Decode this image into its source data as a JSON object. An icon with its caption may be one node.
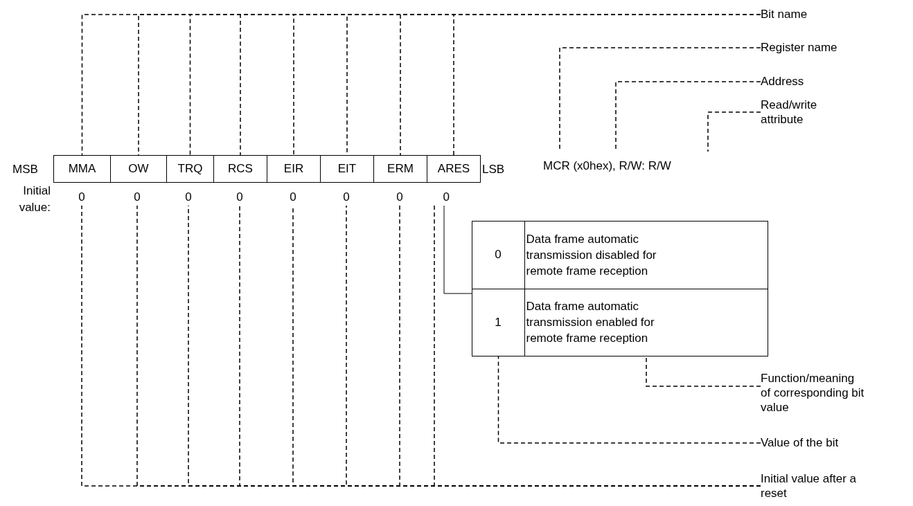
{
  "diagram": {
    "nodes": [
      {
        "text": [
          "MMA"
        ]
      },
      {
        "text": [
          "OW"
        ]
      },
      {
        "text": [
          "TRQ"
        ]
      },
      {
        "text": [
          "RCS"
        ]
      },
      {
        "text": [
          "EIR"
        ]
      },
      {
        "text": [
          "EIT"
        ]
      },
      {
        "text": [
          "ERM"
        ]
      },
      {
        "text": [
          "ARES"
        ]
      },
      {
        "text": [
          "Bit name"
        ]
      },
      {
        "text": [
          "MCR (x0hex), R/W: R/W"
        ]
      },
      {
        "text": [
          "Register name"
        ]
      },
      {
        "text": [
          "Address"
        ]
      },
      {
        "text": [
          "Read/write attribute"
        ]
      },
      {
        "text": [
          "0"
        ]
      },
      {
        "text": [
          "0"
        ]
      },
      {
        "text": [
          "0"
        ]
      },
      {
        "text": [
          "0"
        ]
      },
      {
        "text": [
          "0"
        ]
      },
      {
        "text": [
          "0"
        ]
      },
      {
        "text": [
          "0"
        ]
      },
      {
        "text": [
          "0"
        ]
      },
      {
        "text": [
          "Initial value after a reset"
        ]
      },
      {
        "text": [],
        "shape": "box"
      },
      {
        "text": [
          "0"
        ],
        "in": 22
      },
      {
        "text": [
          "Data frame automatic transmission disabled for remote frame reception"
        ],
        "in": 22
      },
      {
        "text": [
          "1"
        ],
        "in": 22
      },
      {
        "text": [
          "Data frame automatic transmission enabled for remote frame reception"
        ],
        "in": 22
      },
      {
        "text": [
          "Value of the bit"
        ]
      },
      {
        "text": [
          "Function/meaning of corresponding bit value"
        ]
      }
    ],
    "edges": [
      {
        "from": 8,
        "to": 0,
        "arrow": "none",
        "style": "dashed"
      },
      {
        "from": 8,
        "to": 1,
        "arrow": "none",
        "style": "dashed"
      },
      {
        "from": 8,
        "to": 2,
        "arrow": "none",
        "style": "dashed"
      },
      {
        "from": 8,
        "to": 3,
        "arrow": "none",
        "style": "dashed"
      },
      {
        "from": 8,
        "to": 4,
        "arrow": "none",
        "style": "dashed"
      },
      {
        "from": 8,
        "to": 5,
        "arrow": "none",
        "style": "dashed"
      },
      {
        "from": 8,
        "to": 6,
        "arrow": "none",
        "style": "dashed"
      },
      {
        "from": 8,
        "to": 7,
        "arrow": "none",
        "style": "dashed"
      },
      {
        "from": 10,
        "to": 9,
        "arrow": "none",
        "style": "dashed"
      },
      {
        "from": 11,
        "to": 9,
        "arrow": "none",
        "style": "dashed"
      },
      {
        "from": 12,
        "to": 9,
        "arrow": "none",
        "style": "dashed"
      },
      {
        "from": 21,
        "to": 13,
        "arrow": "none",
        "style": "dashed"
      },
      {
        "from": 21,
        "to": 14,
        "arrow": "none",
        "style": "dashed"
      },
      {
        "from": 21,
        "to": 15,
        "arrow": "none",
        "style": "dashed"
      },
      {
        "from": 21,
        "to": 16,
        "arrow": "none",
        "style": "dashed"
      },
      {
        "from": 21,
        "to": 17,
        "arrow": "none",
        "style": "dashed"
      },
      {
        "from": 21,
        "to": 18,
        "arrow": "none",
        "style": "dashed"
      },
      {
        "from": 21,
        "to": 19,
        "arrow": "none",
        "style": "dashed"
      },
      {
        "from": 21,
        "to": 20,
        "arrow": "none",
        "style": "dashed"
      },
      {
        "from": 20,
        "to": 22,
        "arrow": "none"
      },
      {
        "from": 27,
        "to": 25,
        "arrow": "none",
        "style": "dashed"
      },
      {
        "from": 28,
        "to": 26,
        "arrow": "none",
        "style": "dashed"
      }
    ],
    "labels": [
      "MSB",
      "LSB",
      "Initial value:"
    ]
  }
}
